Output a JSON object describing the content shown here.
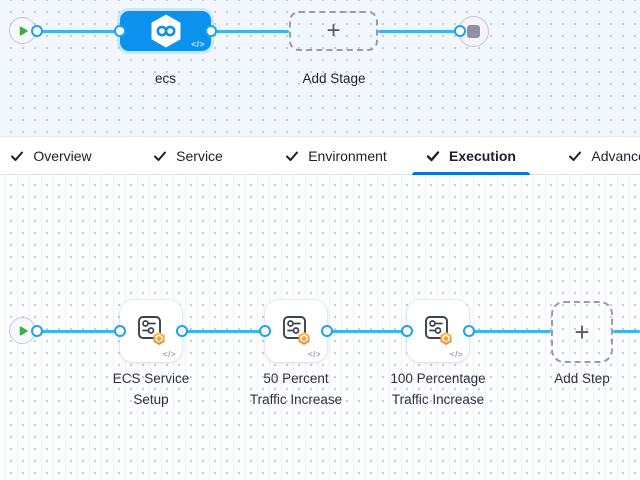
{
  "stage_panel": {
    "stage_name": "ecs",
    "add_stage_label": "Add Stage"
  },
  "tabs": [
    {
      "label": "Overview",
      "checked": true,
      "active": false
    },
    {
      "label": "Service",
      "checked": true,
      "active": false
    },
    {
      "label": "Environment",
      "checked": true,
      "active": false
    },
    {
      "label": "Execution",
      "checked": true,
      "active": true
    },
    {
      "label": "Advanced",
      "checked": true,
      "active": false
    }
  ],
  "execution_panel": {
    "steps": [
      {
        "line1": "ECS Service",
        "line2": "Setup"
      },
      {
        "line1": "50 Percent",
        "line2": "Traffic Increase"
      },
      {
        "line1": "100 Percentage",
        "line2": "Traffic Increase"
      }
    ],
    "add_step_label": "Add Step"
  },
  "icons": {
    "plus": "+",
    "code": "</>"
  },
  "colors": {
    "stage_blue": "#0b92ef",
    "link_blue": "#3ab5f1",
    "tab_underline": "#0277d4",
    "badge_orange": "#f5831f",
    "play_green": "#42ab45"
  }
}
